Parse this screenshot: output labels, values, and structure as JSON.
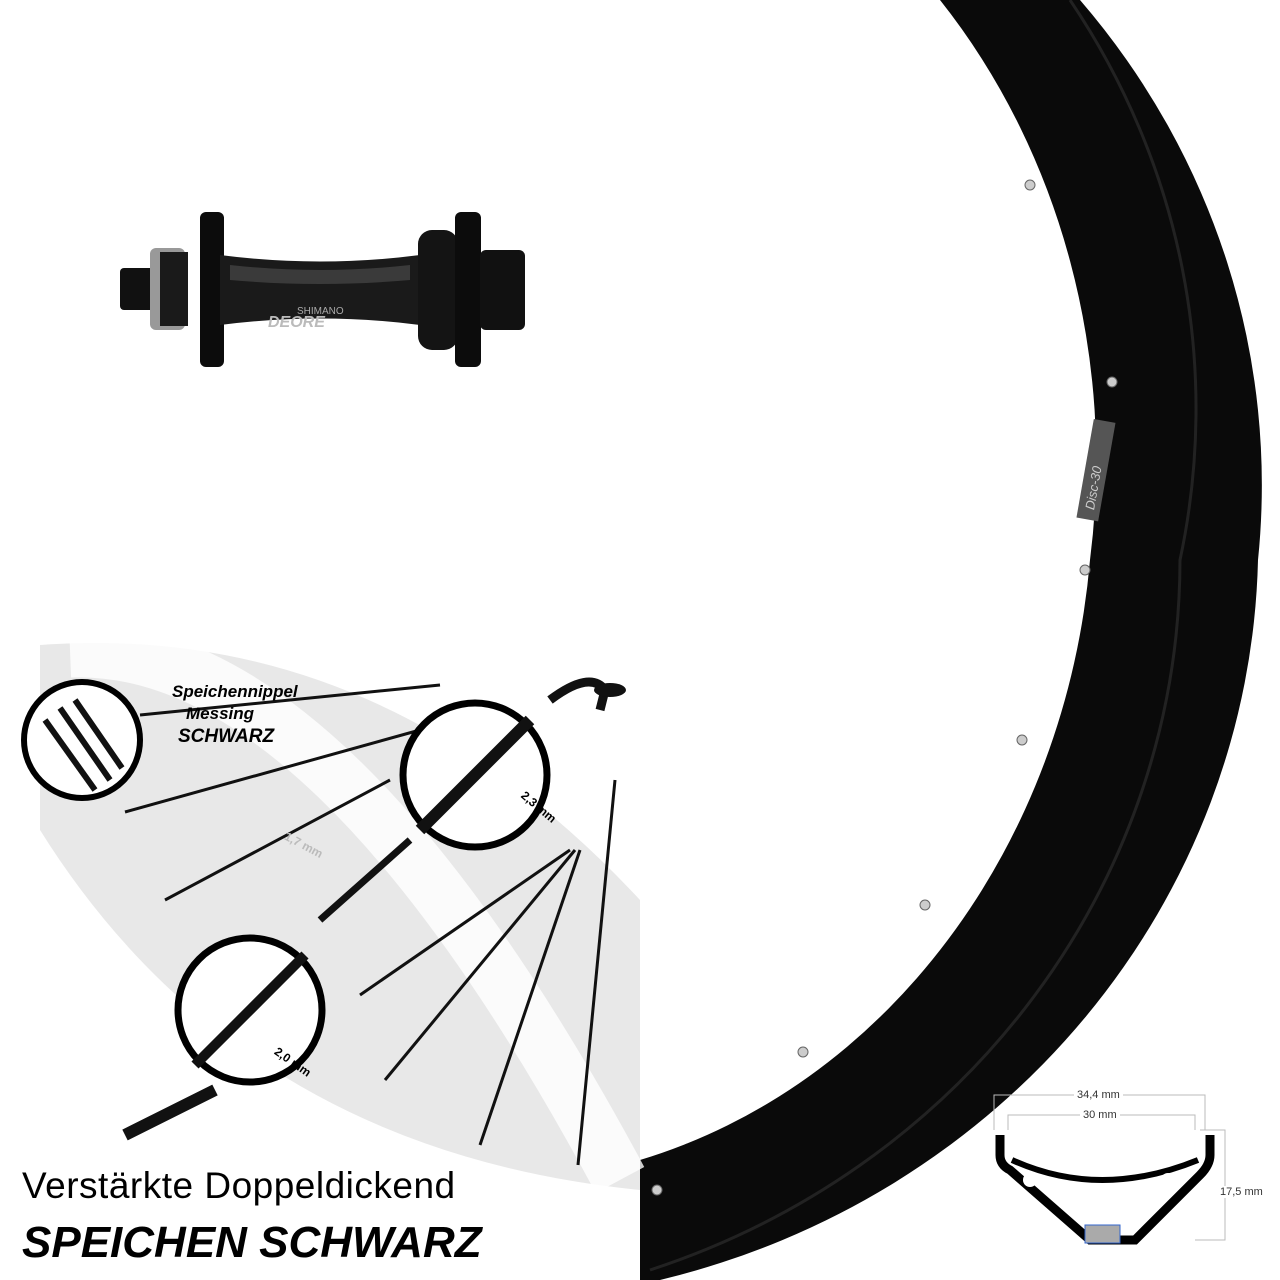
{
  "hub": {
    "brand": "SHIMANO",
    "model": "DEORE"
  },
  "rim": {
    "label": "Disc-30",
    "color": "#0a0a0a"
  },
  "nipple_callout": {
    "line1": "Speichennippel",
    "line2": "Messing",
    "line3": "SCHWARZ"
  },
  "spoke_dims": {
    "end": "2,3 mm",
    "middle": "1,7 mm",
    "head": "2,0 mm"
  },
  "profile": {
    "outer_width": "34,4 mm",
    "inner_width": "30 mm",
    "height": "17,5 mm"
  },
  "headline": {
    "line1": "Verstärkte Doppeldickend",
    "line2": "SPEICHEN SCHWARZ"
  }
}
